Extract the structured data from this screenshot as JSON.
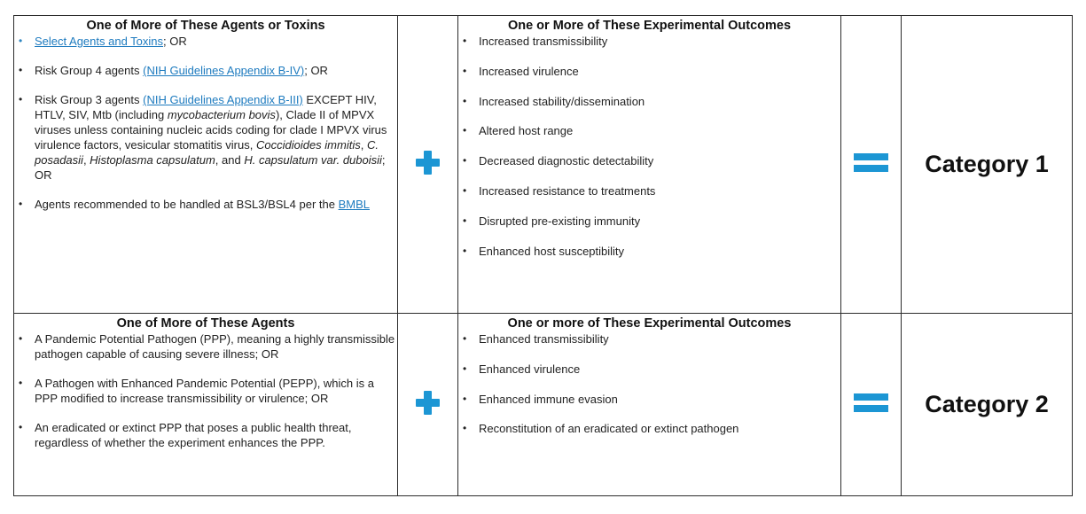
{
  "colors": {
    "accent": "#1c96d4",
    "link": "#1e7bbf",
    "border": "#2b2b2b"
  },
  "row1": {
    "heading_agents": "One of More of These Agents or Toxins",
    "agents": {
      "item1_link": "Select Agents and Toxins",
      "item1_suffix": "; OR",
      "item2_prefix": "Risk Group 4 agents ",
      "item2_link": "(NIH Guidelines Appendix B-IV)",
      "item2_suffix": "; OR",
      "item3_prefix": "Risk Group 3 agents ",
      "item3_link": "(NIH Guidelines Appendix B-III)",
      "item3_text_a": " EXCEPT HIV, HTLV, SIV, Mtb (including ",
      "item3_italic_a": "mycobacterium bovis",
      "item3_text_b": "), Clade II of MPVX viruses unless containing nucleic acids coding for clade I MPVX virus virulence factors, vesicular stomatitis virus, ",
      "item3_italic_b": "Coccidioides immitis",
      "item3_text_c": ", ",
      "item3_italic_c": "C. posadasii",
      "item3_text_d": ", ",
      "item3_italic_d": "Histoplasma capsulatum",
      "item3_text_e": ", and ",
      "item3_italic_e": "H. capsulatum var. duboisii",
      "item3_suffix": "; OR",
      "item4_prefix": "Agents recommended to be handled at BSL3/BSL4 per the ",
      "item4_link": "BMBL"
    },
    "heading_outcomes": "One or More of These Experimental Outcomes",
    "outcomes": [
      "Increased transmissibility",
      "Increased virulence",
      "Increased stability/dissemination",
      "Altered host range",
      "Decreased diagnostic detectability",
      "Increased resistance to treatments",
      "Disrupted pre-existing immunity",
      "Enhanced host susceptibility"
    ],
    "category": "Category 1"
  },
  "row2": {
    "heading_agents": "One of More of These Agents",
    "agents": [
      "A Pandemic Potential Pathogen (PPP), meaning a highly transmissible pathogen capable of causing severe illness; OR",
      "A Pathogen with Enhanced Pandemic Potential (PEPP), which is a PPP modified to increase transmissibility or virulence; OR",
      "An eradicated or extinct PPP that poses a public health threat, regardless of whether the experiment enhances the PPP."
    ],
    "heading_outcomes": "One or more of These Experimental Outcomes",
    "outcomes": [
      "Enhanced transmissibility",
      "Enhanced virulence",
      "Enhanced immune evasion",
      "Reconstitution of an eradicated or extinct pathogen"
    ],
    "category": "Category 2"
  },
  "icons": {
    "plus": "plus-icon",
    "equals": "equals-icon"
  }
}
